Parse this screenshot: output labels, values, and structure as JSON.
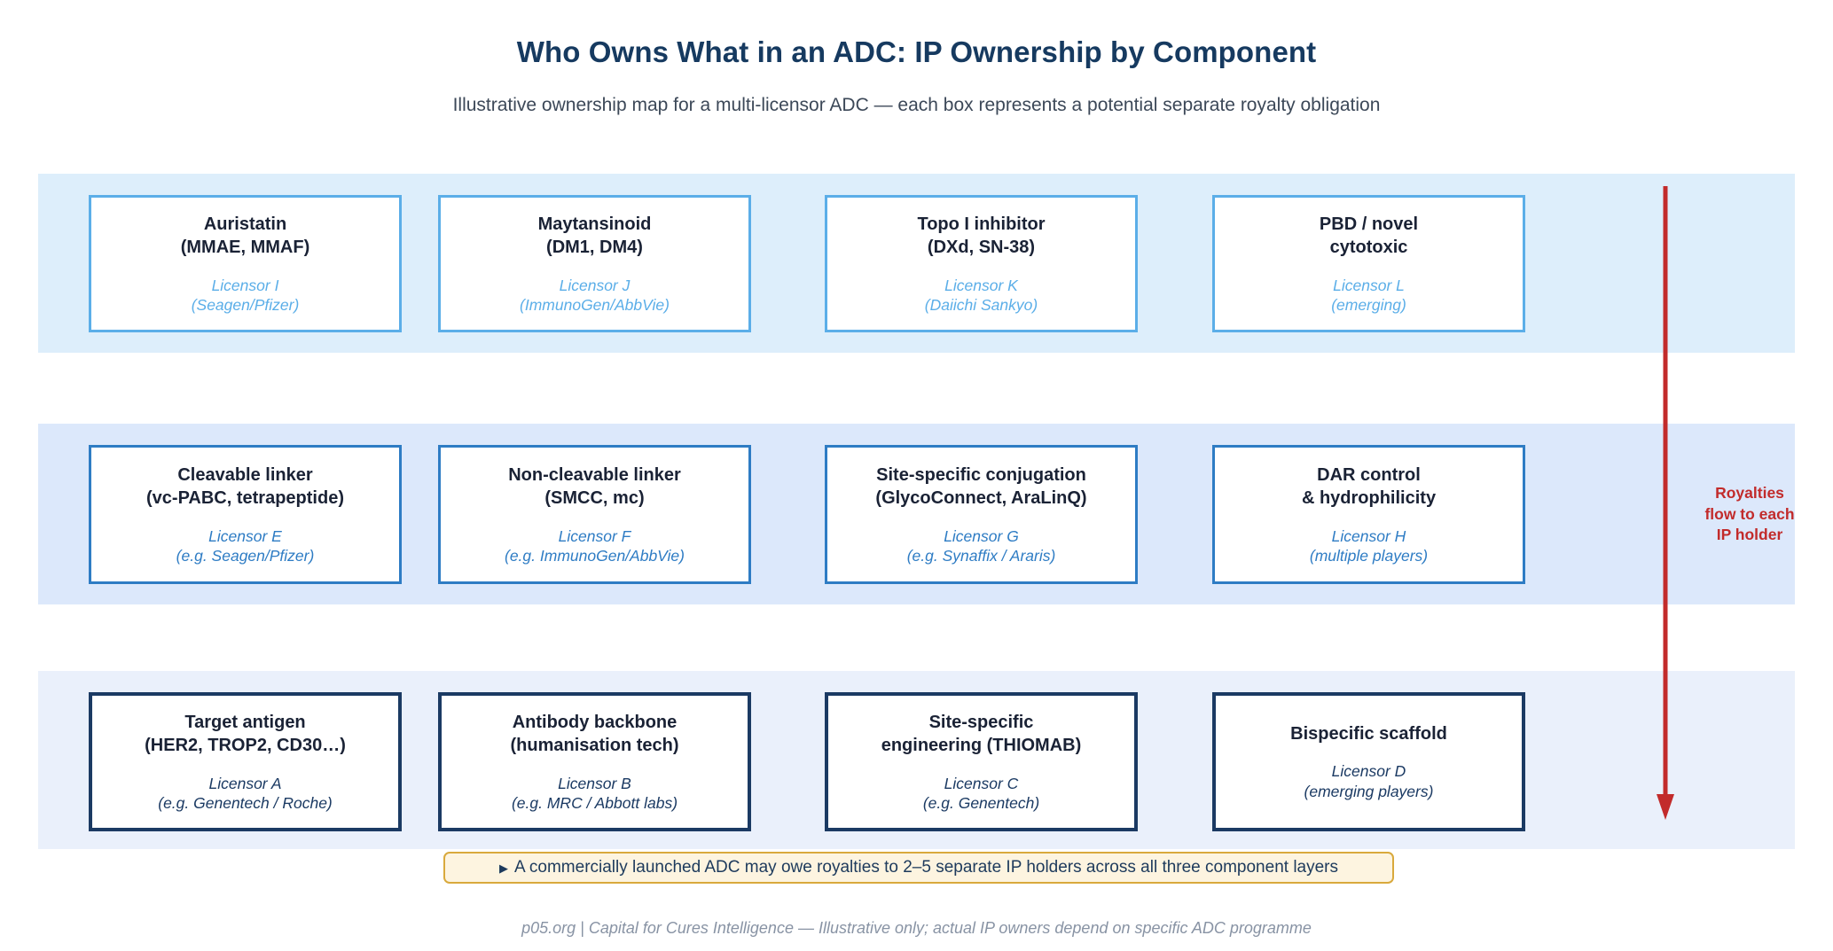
{
  "header": {
    "title": "Who Owns What in an ADC: IP Ownership by Component",
    "subtitle": "Illustrative ownership map for a multi-licensor ADC — each box represents a potential separate royalty obligation"
  },
  "colors": {
    "title": "#163A60",
    "subtitle": "#3C4858",
    "payload_band": "#DDEEFB",
    "payload_accent": "#5BAEE8",
    "linker_band": "#DCE8FB",
    "linker_accent": "#2E7CC4",
    "antibody_band": "#EAF0FB",
    "antibody_accent": "#1B3A63",
    "arrow": "#C22B2B",
    "callout_fill": "#FDF4E0",
    "callout_border": "#D9A93C",
    "callout_text": "#1D3A5C",
    "footer": "#8893A4"
  },
  "rows": [
    {
      "id": "payload",
      "boxes": [
        {
          "title": "Auristatin\n(MMAE, MMAF)",
          "licensor": "Licensor I\n(Seagen/Pfizer)"
        },
        {
          "title": "Maytansinoid\n(DM1, DM4)",
          "licensor": "Licensor J\n(ImmunoGen/AbbVie)"
        },
        {
          "title": "Topo I inhibitor\n(DXd, SN-38)",
          "licensor": "Licensor K\n(Daiichi Sankyo)"
        },
        {
          "title": "PBD / novel\ncytotoxic",
          "licensor": "Licensor L\n(emerging)"
        }
      ]
    },
    {
      "id": "linker",
      "boxes": [
        {
          "title": "Cleavable linker\n(vc-PABC, tetrapeptide)",
          "licensor": "Licensor E\n(e.g. Seagen/Pfizer)"
        },
        {
          "title": "Non-cleavable linker\n(SMCC, mc)",
          "licensor": "Licensor F\n(e.g. ImmunoGen/AbbVie)"
        },
        {
          "title": "Site-specific conjugation\n(GlycoConnect, AraLinQ)",
          "licensor": "Licensor G\n(e.g. Synaffix / Araris)"
        },
        {
          "title": "DAR control\n& hydrophilicity",
          "licensor": "Licensor H\n(multiple players)"
        }
      ]
    },
    {
      "id": "antibody",
      "boxes": [
        {
          "title": "Target antigen\n(HER2, TROP2, CD30…)",
          "licensor": "Licensor A\n(e.g. Genentech / Roche)"
        },
        {
          "title": "Antibody backbone\n(humanisation tech)",
          "licensor": "Licensor B\n(e.g. MRC / Abbott labs)"
        },
        {
          "title": "Site-specific\nengineering (THIOMAB)",
          "licensor": "Licensor C\n(e.g. Genentech)"
        },
        {
          "title": "Bispecific scaffold",
          "licensor": "Licensor D\n(emerging players)"
        }
      ]
    }
  ],
  "royalty_arrow": {
    "label": "Royalties\nflow to each\nIP holder",
    "direction": "down"
  },
  "callout": {
    "marker": "▶",
    "text": "A commercially launched ADC may owe royalties to 2–5 separate IP holders across all three component layers"
  },
  "footer": {
    "text": "p05.org | Capital for Cures Intelligence — Illustrative only; actual IP owners depend on specific ADC programme"
  }
}
